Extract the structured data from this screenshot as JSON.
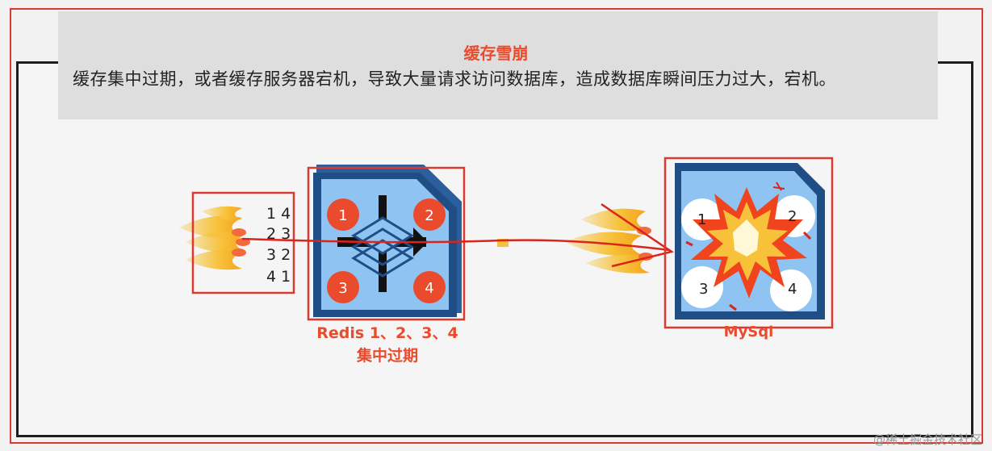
{
  "header": {
    "title": "缓存雪崩",
    "description": "缓存集中过期，或者缓存服务器宕机，导致大量请求访问数据库，造成数据库瞬间压力过大，宕机。"
  },
  "requests": {
    "rows": [
      "1 4",
      "2 3",
      "3 2",
      "4 1"
    ]
  },
  "redis": {
    "slots": [
      "1",
      "2",
      "3",
      "4"
    ],
    "caption_line1": "Redis 1、2、3、4",
    "caption_line2": "集中过期"
  },
  "mysql": {
    "numbers": [
      "1",
      "2",
      "3",
      "4"
    ],
    "caption": "MySql"
  },
  "watermark": "@稀土掘金技术社区",
  "colors": {
    "accent_red": "#ea4b2c",
    "frame_red": "#d93a32",
    "server_blue": "#5aa0e6",
    "server_dark": "#1f4d86",
    "flame_yellow": "#f7c23a"
  }
}
